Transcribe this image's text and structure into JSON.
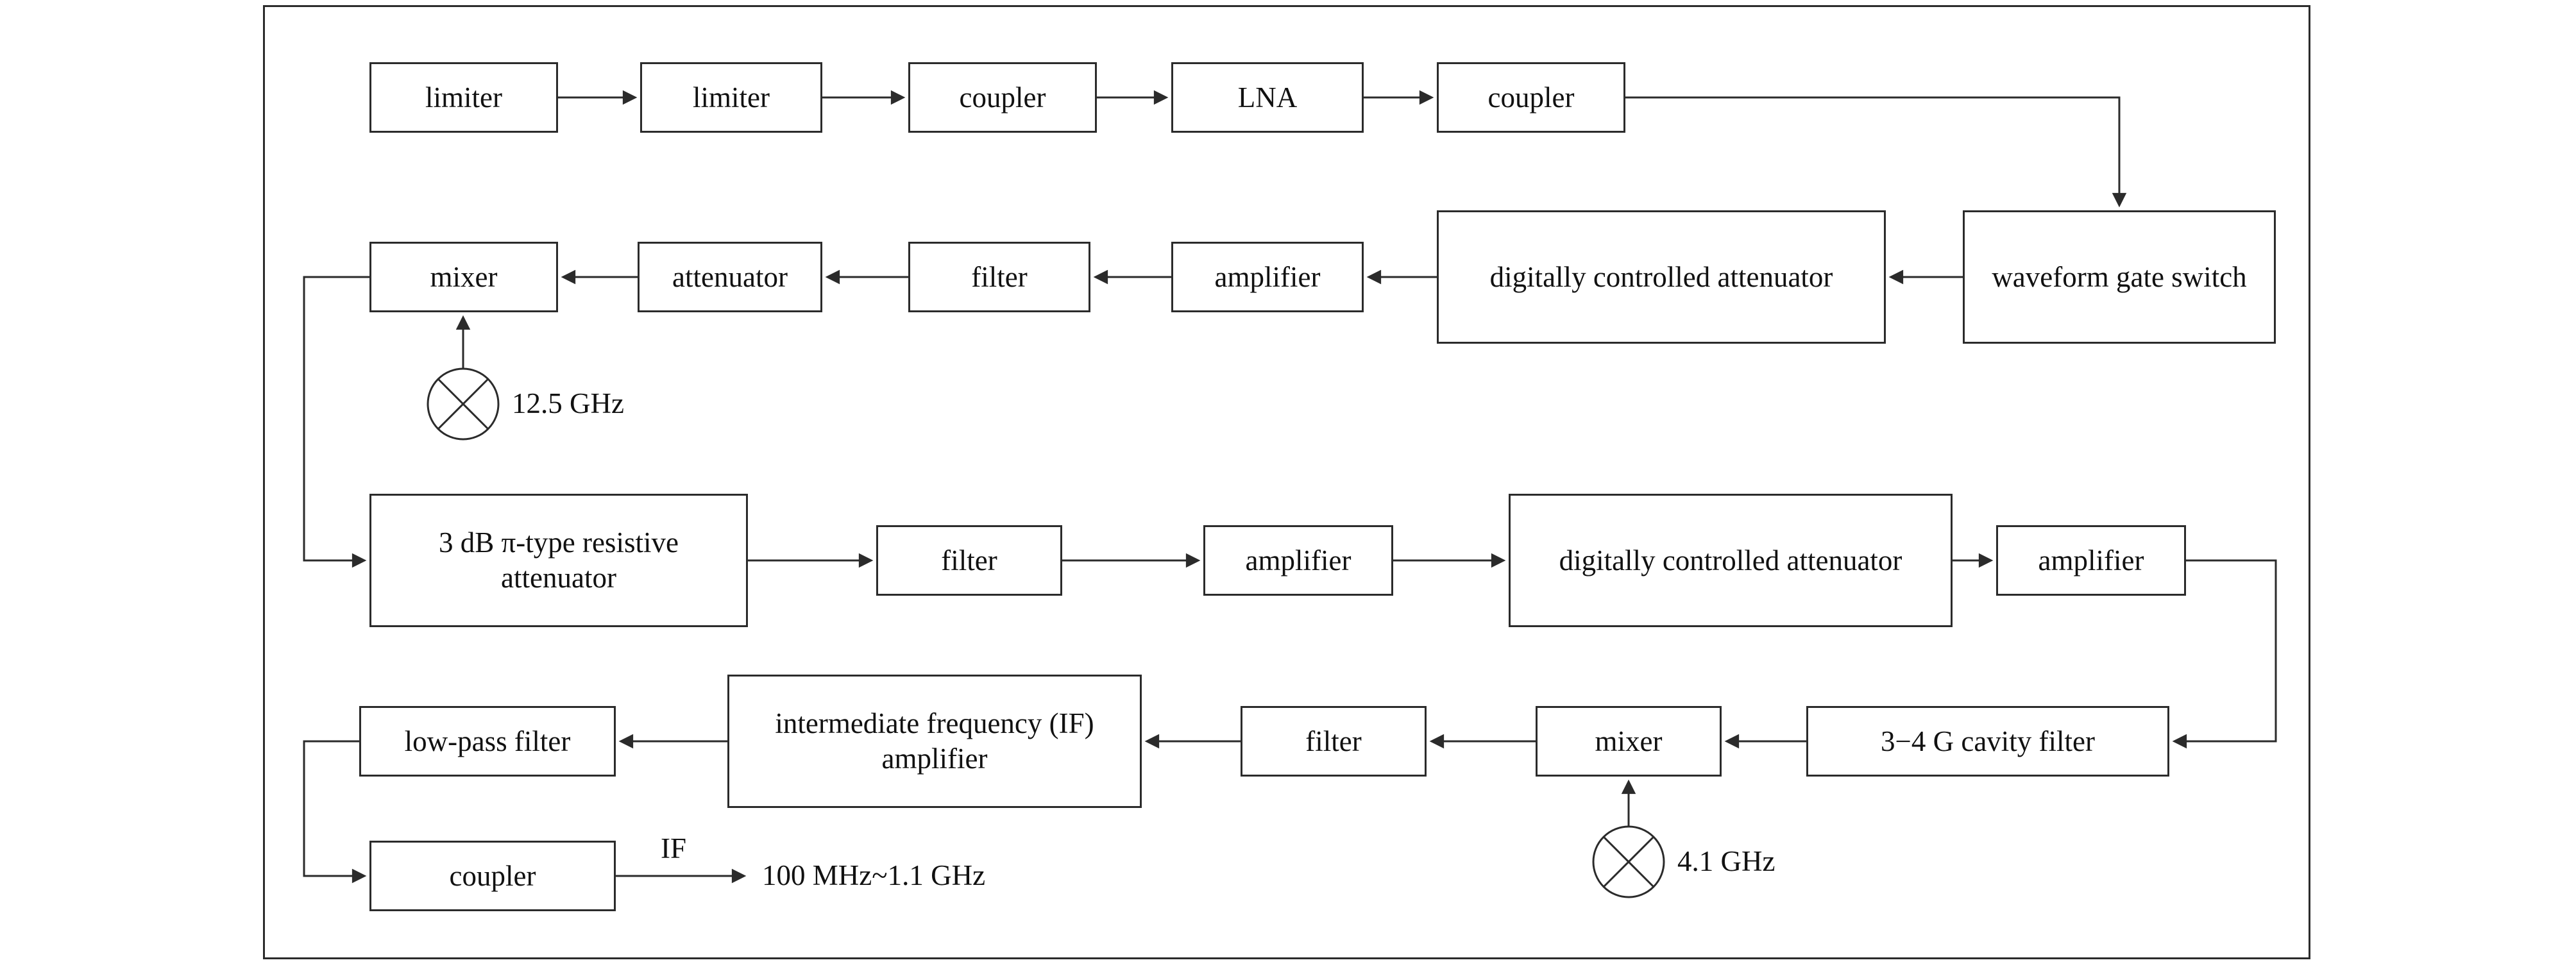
{
  "nodes": {
    "row1": [
      "limiter",
      "limiter",
      "coupler",
      "LNA",
      "coupler"
    ],
    "row2": [
      "mixer",
      "attenuator",
      "filter",
      "amplifier",
      "digitally controlled attenuator",
      "waveform gate switch"
    ],
    "row3": [
      "3 dB π-type resistive attenuator",
      "filter",
      "amplifier",
      "digitally controlled attenuator",
      "amplifier"
    ],
    "row4": [
      "low-pass filter",
      "intermediate frequency (IF) amplifier",
      "filter",
      "mixer",
      "3−4 G cavity filter"
    ],
    "row5": [
      "coupler"
    ],
    "colors": {
      "line": "#2b2b2b"
    }
  },
  "oscillators": [
    {
      "label": "12.5 GHz"
    },
    {
      "label": "4.1 GHz"
    }
  ],
  "output": {
    "if_label": "IF",
    "range": "100 MHz~1.1 GHz"
  }
}
